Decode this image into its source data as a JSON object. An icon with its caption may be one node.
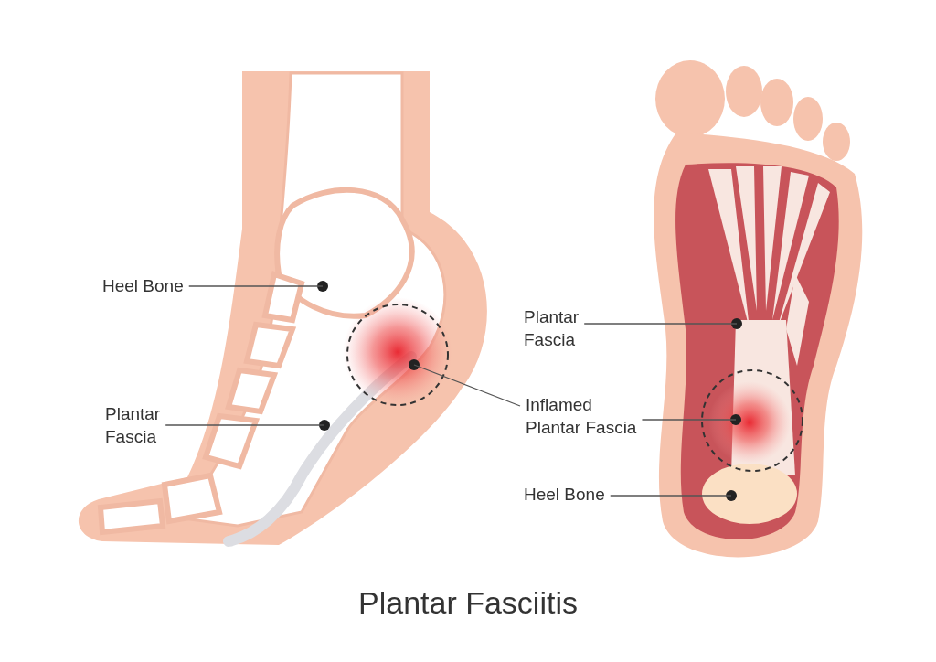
{
  "diagram": {
    "title": "Plantar Fasciitis",
    "nodes": [
      {
        "text": [
          "Heel Bone"
        ]
      },
      {
        "text": [
          "Plantar Fascia"
        ]
      },
      {
        "text": [
          "Inflamed Plantar Fascia"
        ]
      },
      {
        "text": [
          "Plantar Fascia"
        ]
      },
      {
        "text": [
          "Heel Bone"
        ]
      }
    ],
    "edges": [
      {
        "from": 0,
        "to": null,
        "arrow": "none"
      },
      {
        "from": 1,
        "to": null,
        "arrow": "none"
      },
      {
        "from": 2,
        "to": null,
        "arrow": "none"
      },
      {
        "from": 2,
        "to": null,
        "arrow": "none"
      },
      {
        "from": 3,
        "to": null,
        "arrow": "none"
      },
      {
        "from": 4,
        "to": null,
        "arrow": "none"
      }
    ]
  }
}
